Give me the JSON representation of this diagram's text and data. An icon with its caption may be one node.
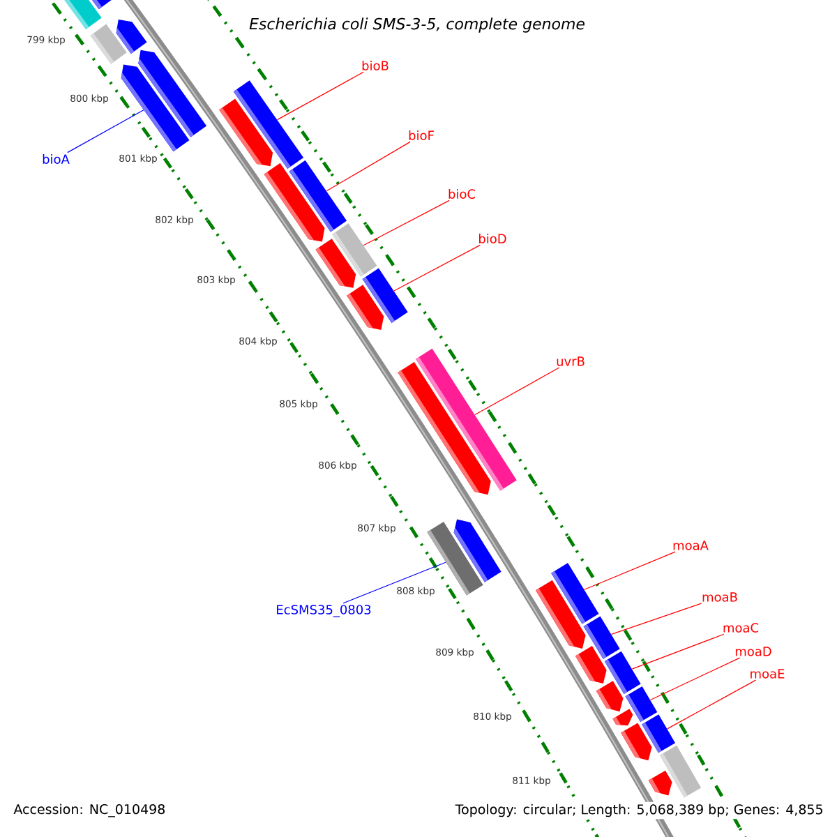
{
  "diagram": {
    "title": "Escherichia coli SMS-3-5, complete genome",
    "nodes": [
      {
        "text": [
          "bioB"
        ]
      },
      {
        "text": [
          "bioF"
        ]
      },
      {
        "text": [
          "bioA"
        ]
      },
      {
        "text": [
          "bioC"
        ]
      },
      {
        "text": [
          "bioD"
        ]
      },
      {
        "text": [
          "uvrB"
        ]
      },
      {
        "text": [
          "moaA"
        ]
      },
      {
        "text": [
          "moaB"
        ]
      },
      {
        "text": [
          "EcSMS35_0803"
        ]
      },
      {
        "text": [
          "moaC"
        ]
      },
      {
        "text": [
          "moaD"
        ]
      },
      {
        "text": [
          "moaE"
        ]
      },
      {
        "text": [],
        "shape": "bar"
      },
      {
        "text": [],
        "shape": "bar"
      },
      {
        "text": [],
        "shape": "bar"
      },
      {
        "text": [],
        "shape": "arrow"
      },
      {
        "text": [],
        "shape": "arrow"
      },
      {
        "text": [],
        "shape": "arrow"
      },
      {
        "text": [],
        "shape": "bar"
      },
      {
        "text": [],
        "shape": "arrow"
      },
      {
        "text": [],
        "shape": "bar"
      },
      {
        "text": [],
        "shape": "arrow"
      },
      {
        "text": [],
        "shape": "bar"
      },
      {
        "text": [],
        "shape": "arrow"
      },
      {
        "text": [],
        "shape": "bar"
      },
      {
        "text": [],
        "shape": "arrow"
      },
      {
        "text": [],
        "shape": "bar"
      },
      {
        "text": [],
        "shape": "arrow"
      },
      {
        "text": [],
        "shape": "arrow"
      },
      {
        "text": [],
        "shape": "bar"
      },
      {
        "text": [],
        "shape": "bar"
      },
      {
        "text": [],
        "shape": "arrow"
      },
      {
        "text": [],
        "shape": "bar"
      },
      {
        "text": [],
        "shape": "arrow"
      },
      {
        "text": [],
        "shape": "bar"
      },
      {
        "text": [],
        "shape": "arrow"
      },
      {
        "text": [],
        "shape": "bar"
      },
      {
        "text": [],
        "shape": "arrow"
      },
      {
        "text": [],
        "shape": "bar"
      },
      {
        "text": [],
        "shape": "arrow"
      },
      {
        "text": [],
        "shape": "bar"
      },
      {
        "text": [],
        "shape": "arrow"
      }
    ],
    "edges": [
      {
        "from": 0,
        "to": 18,
        "arrow": "none"
      },
      {
        "from": 1,
        "to": 20,
        "arrow": "none"
      },
      {
        "from": 2,
        "to": 17,
        "arrow": "none",
        "color": "#0000ff"
      },
      {
        "from": 3,
        "to": 22,
        "arrow": "none"
      },
      {
        "from": 4,
        "to": 24,
        "arrow": "none"
      },
      {
        "from": 5,
        "to": 26,
        "arrow": "none"
      },
      {
        "from": 6,
        "to": 30,
        "arrow": "none"
      },
      {
        "from": 7,
        "to": 32,
        "arrow": "none"
      },
      {
        "from": 8,
        "to": 29,
        "arrow": "none",
        "color": "#0000ff"
      },
      {
        "from": 9,
        "to": 34,
        "arrow": "none"
      },
      {
        "from": 10,
        "to": 36,
        "arrow": "none"
      },
      {
        "from": 11,
        "to": 38,
        "arrow": "none"
      }
    ],
    "labels": [
      "799 kbp",
      "800 kbp",
      "801 kbp",
      "802 kbp",
      "803 kbp",
      "804 kbp",
      "805 kbp",
      "806 kbp",
      "807 kbp",
      "808 kbp",
      "809 kbp",
      "810 kbp",
      "811 kbp",
      "Accession: NC_010498",
      "Topology: circular; Length: 5,068,389 bp; Genes: 4,855"
    ]
  }
}
